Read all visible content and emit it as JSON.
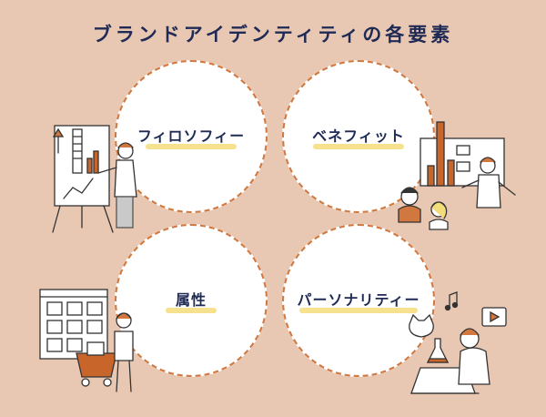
{
  "title": "ブランドアイデンティティの各要素",
  "elements": [
    {
      "label": "フィロソフィー",
      "illustration": "presentation-chart-illustration"
    },
    {
      "label": "ベネフィット",
      "illustration": "growth-chart-team-illustration"
    },
    {
      "label": "属性",
      "illustration": "product-shopping-illustration"
    },
    {
      "label": "パーソナリティー",
      "illustration": "creative-laptop-illustration"
    }
  ],
  "colors": {
    "background": "#e9c8b3",
    "title": "#1f2a55",
    "accent": "#d0783f",
    "highlight": "#f3dc7a",
    "circle": "#ffffff"
  }
}
